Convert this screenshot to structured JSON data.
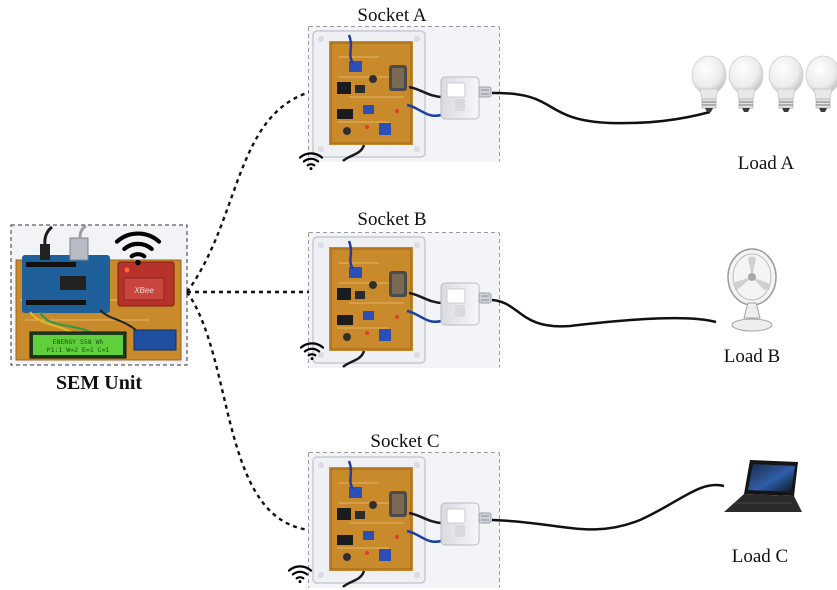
{
  "hub": {
    "label": "SEM Unit",
    "lcd_line1": "ENERGY 558 Wh",
    "lcd_line2": "P1:1 W=2 E=1 C=1",
    "xbee_text": "XBee"
  },
  "sockets": [
    {
      "label": "Socket A",
      "load": "Load A",
      "load_kind": "bulbs"
    },
    {
      "label": "Socket B",
      "load": "Load B",
      "load_kind": "fan"
    },
    {
      "label": "Socket C",
      "load": "Load C",
      "load_kind": "laptop"
    }
  ],
  "colors": {
    "pcb": "#c98a2b",
    "pcb_dark": "#9a6418",
    "enclosure": "#eef0f4",
    "backdrop": "#f3f4f8",
    "arduino": "#1f5f9a",
    "xbee": "#b8322c",
    "lcd": "#5fcf3c",
    "component_blue": "#2a4fb8",
    "link": "#111111"
  },
  "icons": [
    "wifi-icon",
    "bulb-icon",
    "fan-icon",
    "laptop-icon",
    "plug-icon"
  ]
}
